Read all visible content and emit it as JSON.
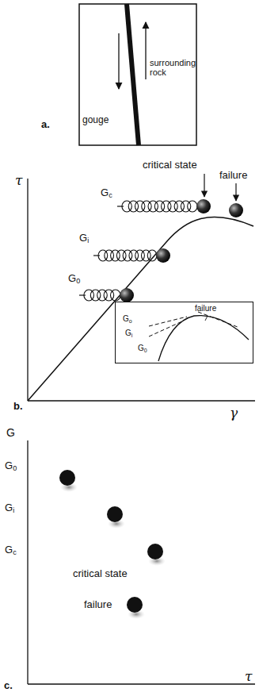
{
  "diagram": {
    "nodes": [
      {
        "text": [
          "surrounding rock",
          "gouge"
        ]
      },
      {
        "text": [
          "Go",
          "Gi",
          "G0",
          "failure"
        ]
      }
    ],
    "labels": [
      "a.",
      "τ",
      "critical state",
      "failure",
      "Gc",
      "Gi",
      "G0",
      "b.",
      "γ",
      "G",
      "G0",
      "Gi",
      "Gc",
      "critical state",
      "failure",
      "c.",
      "τ"
    ]
  }
}
